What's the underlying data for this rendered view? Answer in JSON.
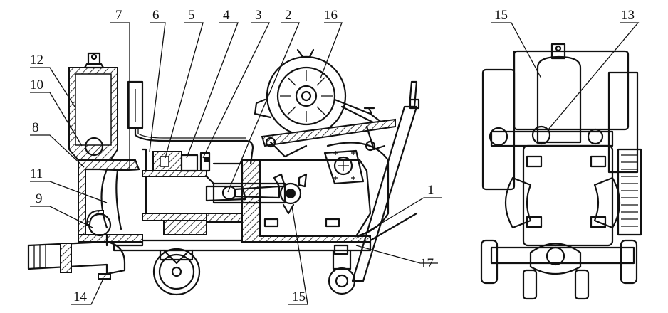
{
  "figure": {
    "side_view": {
      "callouts": [
        "7",
        "6",
        "5",
        "4",
        "3",
        "2",
        "16",
        "12",
        "10",
        "8",
        "11",
        "9",
        "1",
        "17",
        "15",
        "14"
      ]
    },
    "front_view": {
      "callouts": [
        "15",
        "13"
      ]
    }
  },
  "colors": {
    "ink": "#111111",
    "paper": "#ffffff"
  }
}
